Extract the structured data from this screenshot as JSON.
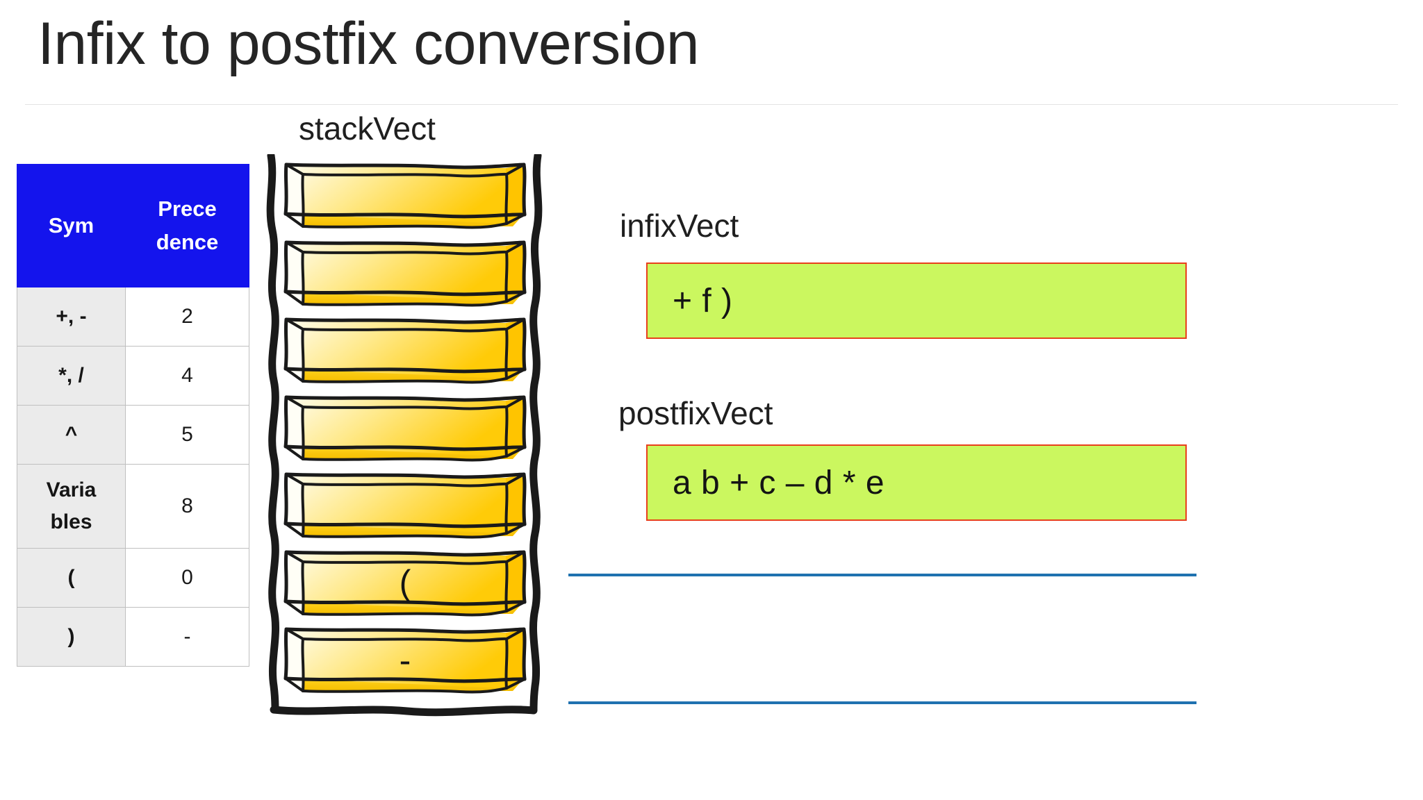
{
  "slide": {
    "title": "Infix to postfix conversion"
  },
  "precedence_table": {
    "name": "operator-precedence-table",
    "headers": [
      "Sym",
      "Prece dence"
    ],
    "header_lines": [
      [
        "Sym"
      ],
      [
        "Prece",
        "dence"
      ]
    ],
    "rows": [
      {
        "symbol": "+, -",
        "symbol_lines": [
          "+, -"
        ],
        "precedence": "2",
        "tall": false
      },
      {
        "symbol": "*, /",
        "symbol_lines": [
          "*, /"
        ],
        "precedence": "4",
        "tall": false
      },
      {
        "symbol": "^",
        "symbol_lines": [
          "^"
        ],
        "precedence": "5",
        "tall": false
      },
      {
        "symbol": "Varia bles",
        "symbol_lines": [
          "Varia",
          "bles"
        ],
        "precedence": "8",
        "tall": true
      },
      {
        "symbol": "(",
        "symbol_lines": [
          "("
        ],
        "precedence": "0",
        "tall": false
      },
      {
        "symbol": ")",
        "symbol_lines": [
          ")"
        ],
        "precedence": "-",
        "tall": false
      }
    ],
    "header_bg": "#1414ED",
    "header_fg": "#FFFFFF",
    "symbol_bg": "#EBEBEB",
    "value_bg": "#FFFFFF",
    "border": "#BFBFBF"
  },
  "stack": {
    "label": "stackVect",
    "cell_count": 7,
    "cells": [
      "",
      "",
      "",
      "",
      "",
      "(",
      "-"
    ],
    "fill_top": "#FFF8DC",
    "fill_bottom": "#FFD21F",
    "outline": "#1A1A1A"
  },
  "infix": {
    "label": "infixVect",
    "content": "+ f )",
    "fill": "#CBF75F",
    "border": "#E8401C"
  },
  "postfix": {
    "label": "postfixVect",
    "content": "a b + c – d * e",
    "fill": "#CBF75F",
    "border": "#E8401C"
  },
  "rules": {
    "accent": "#1F72B0",
    "title_rule": "#E3E3E3"
  }
}
